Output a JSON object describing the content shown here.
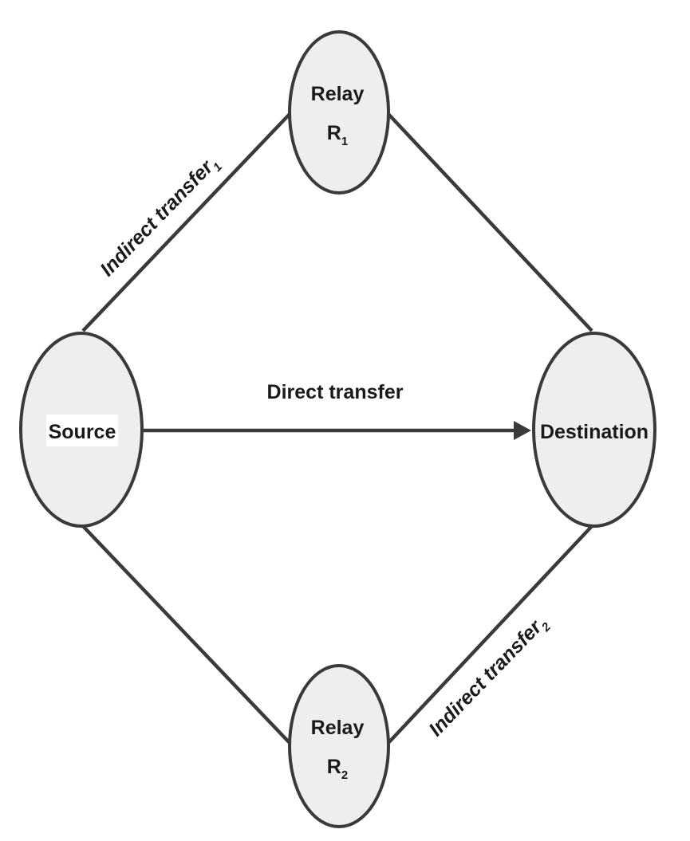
{
  "nodes": {
    "source": {
      "label": "Source"
    },
    "destination": {
      "label": "Destination"
    },
    "relay1": {
      "label_line1": "Relay",
      "label_line2_base": "R",
      "label_line2_sub": "1"
    },
    "relay2": {
      "label_line1": "Relay",
      "label_line2_base": "R",
      "label_line2_sub": "2"
    }
  },
  "edges": {
    "direct": {
      "label": "Direct transfer"
    },
    "indirect1": {
      "label_base": "Indirect transfer",
      "label_sub": "1"
    },
    "indirect2": {
      "label_base": "Indirect transfer",
      "label_sub": "2"
    }
  },
  "colors": {
    "node_fill": "#eeeeee",
    "stroke": "#3a3a3a",
    "text": "#1a1a1a"
  }
}
